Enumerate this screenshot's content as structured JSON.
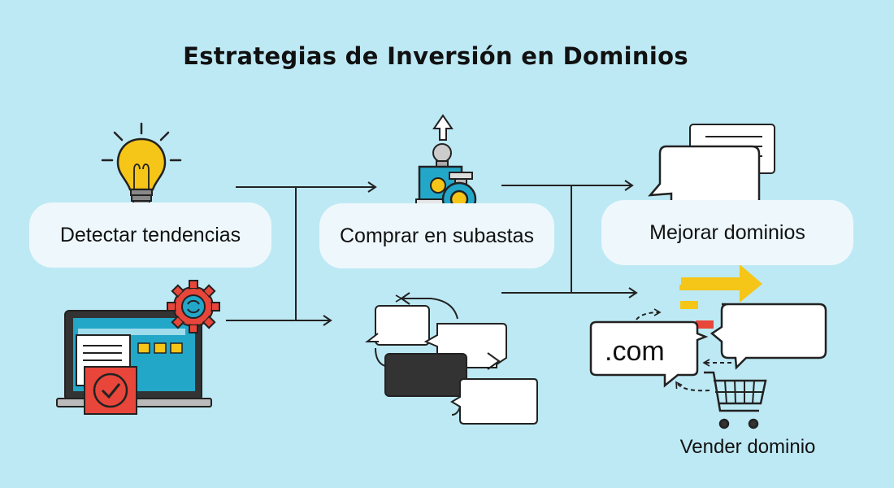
{
  "title": "Estrategias de Inversión en Dominios",
  "steps": [
    {
      "label": "Detectar tendencias",
      "icon": "lightbulb-icon"
    },
    {
      "label": "Comprar en subastas",
      "icon": "auction-stamp-icon"
    },
    {
      "label": "Mejorar dominios",
      "icon": "chat-bubbles-icon"
    },
    {
      "label": "Vender dominio",
      "icon": "shopping-cart-icon"
    }
  ],
  "domain_bubble_text": ".com",
  "colors": {
    "background": "#bde9f4",
    "pill": "#eef8fc",
    "accent_yellow": "#f5c518",
    "accent_red": "#e8463a",
    "accent_blue": "#22a7c9",
    "dark": "#333333"
  }
}
